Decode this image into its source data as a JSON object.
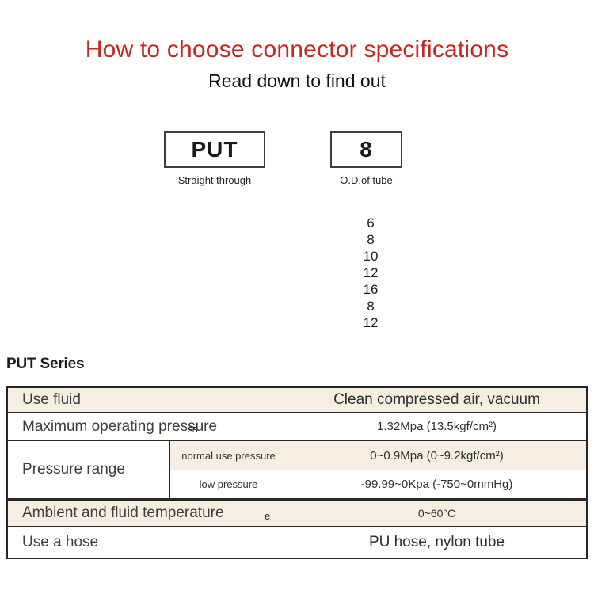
{
  "header": {
    "title": "How to choose connector specifications",
    "subtitle": "Read down to find out"
  },
  "selector": {
    "model": {
      "value": "PUT",
      "caption": "Straight through"
    },
    "size": {
      "value": "8",
      "caption": "O.D.of tube",
      "options": [
        "6",
        "8",
        "10",
        "12",
        "16",
        "8",
        "12"
      ]
    }
  },
  "series_heading": "PUT Series",
  "spec_table": {
    "use_fluid": {
      "label": "Use fluid",
      "value": "Clean compressed air, vacuum"
    },
    "max_operating_pressure": {
      "label": "Maximum operating pressure",
      "value": "1.32Mpa  (13.5kgf/cm²)"
    },
    "pressure_range": {
      "label": "Pressure range",
      "normal": {
        "label": "normal use pressure",
        "value": "0~0.9Mpa  (0~9.2kgf/cm²)"
      },
      "low": {
        "label": "low pressure",
        "value": "-99.99~0Kpa  (-750~0mmHg)"
      }
    },
    "temperature": {
      "label": "Ambient and fluid temperature",
      "value": "0~60°C"
    },
    "hose": {
      "label": "Use a hose",
      "value": "PU hose, nylon tube"
    }
  },
  "artifacts": {
    "pressure_overlay": "ss",
    "temperature_overlay": "e"
  },
  "colors": {
    "title_red": "#c32823",
    "row_beige": "#f5eee1",
    "table_border": "#262626"
  }
}
